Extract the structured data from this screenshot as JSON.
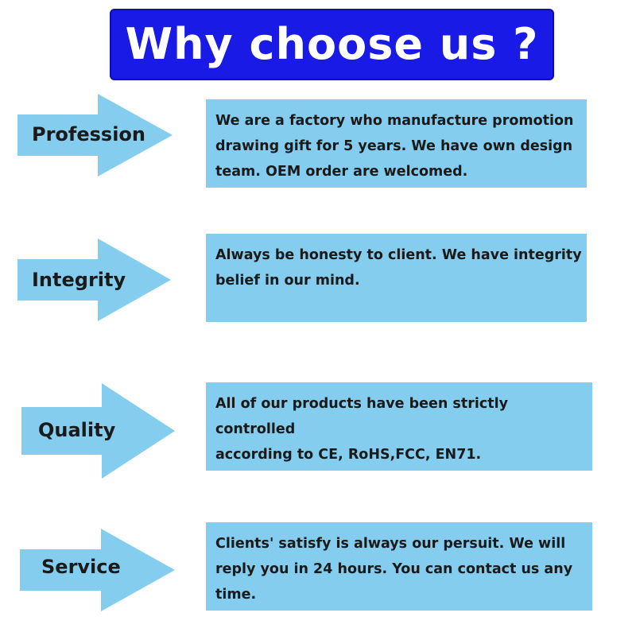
{
  "title": "Why choose us ?",
  "colors": {
    "banner": "#1a1ae6",
    "arrow": "#84cdee",
    "box": "#84cdee"
  },
  "items": [
    {
      "label": "Profession",
      "description": "We are a factory who manufacture promotion\ndrawing gift  for 5 years. We have own design\nteam. OEM order are welcomed."
    },
    {
      "label": "Integrity",
      "description": "Always be honesty to client. We have integrity\nbelief in our mind."
    },
    {
      "label": "Quality",
      "description": "All of our products have been strictly controlled\naccording to CE, RoHS,FCC, EN71."
    },
    {
      "label": "Service",
      "description": "Clients' satisfy is always our persuit. We will\nreply you in 24 hours. You can contact us any\ntime."
    }
  ]
}
